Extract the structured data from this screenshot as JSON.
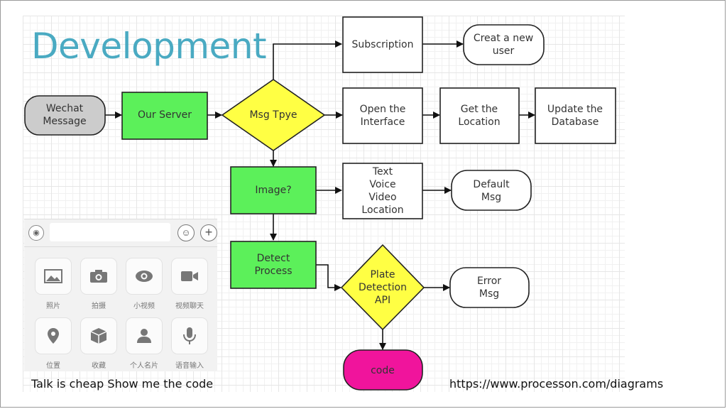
{
  "title": "Development",
  "nodes": {
    "wechat_message": "Wechat\nMessage",
    "our_server": "Our Server",
    "msg_type": "Msg Tpye",
    "subscription": "Subscription",
    "create_user": "Creat a new\nuser",
    "open_interface": "Open the\nInterface",
    "get_location": "Get the\nLocation",
    "update_database": "Update the\nDatabase",
    "image_check": "Image?",
    "text_voice": "Text\nVoice\nVideo\nLocation",
    "default_msg": "Default\nMsg",
    "detect_process": "Detect\nProcess",
    "plate_detection": "Plate\nDetection\nAPI",
    "error_msg": "Error\nMsg",
    "code": "code"
  },
  "colors": {
    "green": "#5cf05a",
    "yellow": "#ffff44",
    "pink": "#f0149c",
    "gray": "#cccccc",
    "title": "#4aaac2"
  },
  "wechat_panel": {
    "items": [
      {
        "label": "照片",
        "icon": "photo-icon"
      },
      {
        "label": "拍摄",
        "icon": "camera-icon"
      },
      {
        "label": "小视频",
        "icon": "eye-icon"
      },
      {
        "label": "视频聊天",
        "icon": "video-call-icon"
      },
      {
        "label": "位置",
        "icon": "location-pin-icon"
      },
      {
        "label": "收藏",
        "icon": "cube-icon"
      },
      {
        "label": "个人名片",
        "icon": "person-icon"
      },
      {
        "label": "语音输入",
        "icon": "microphone-icon"
      }
    ]
  },
  "footer": {
    "left": "Talk is cheap Show me the code",
    "right": "https://www.processon.com/diagrams"
  }
}
